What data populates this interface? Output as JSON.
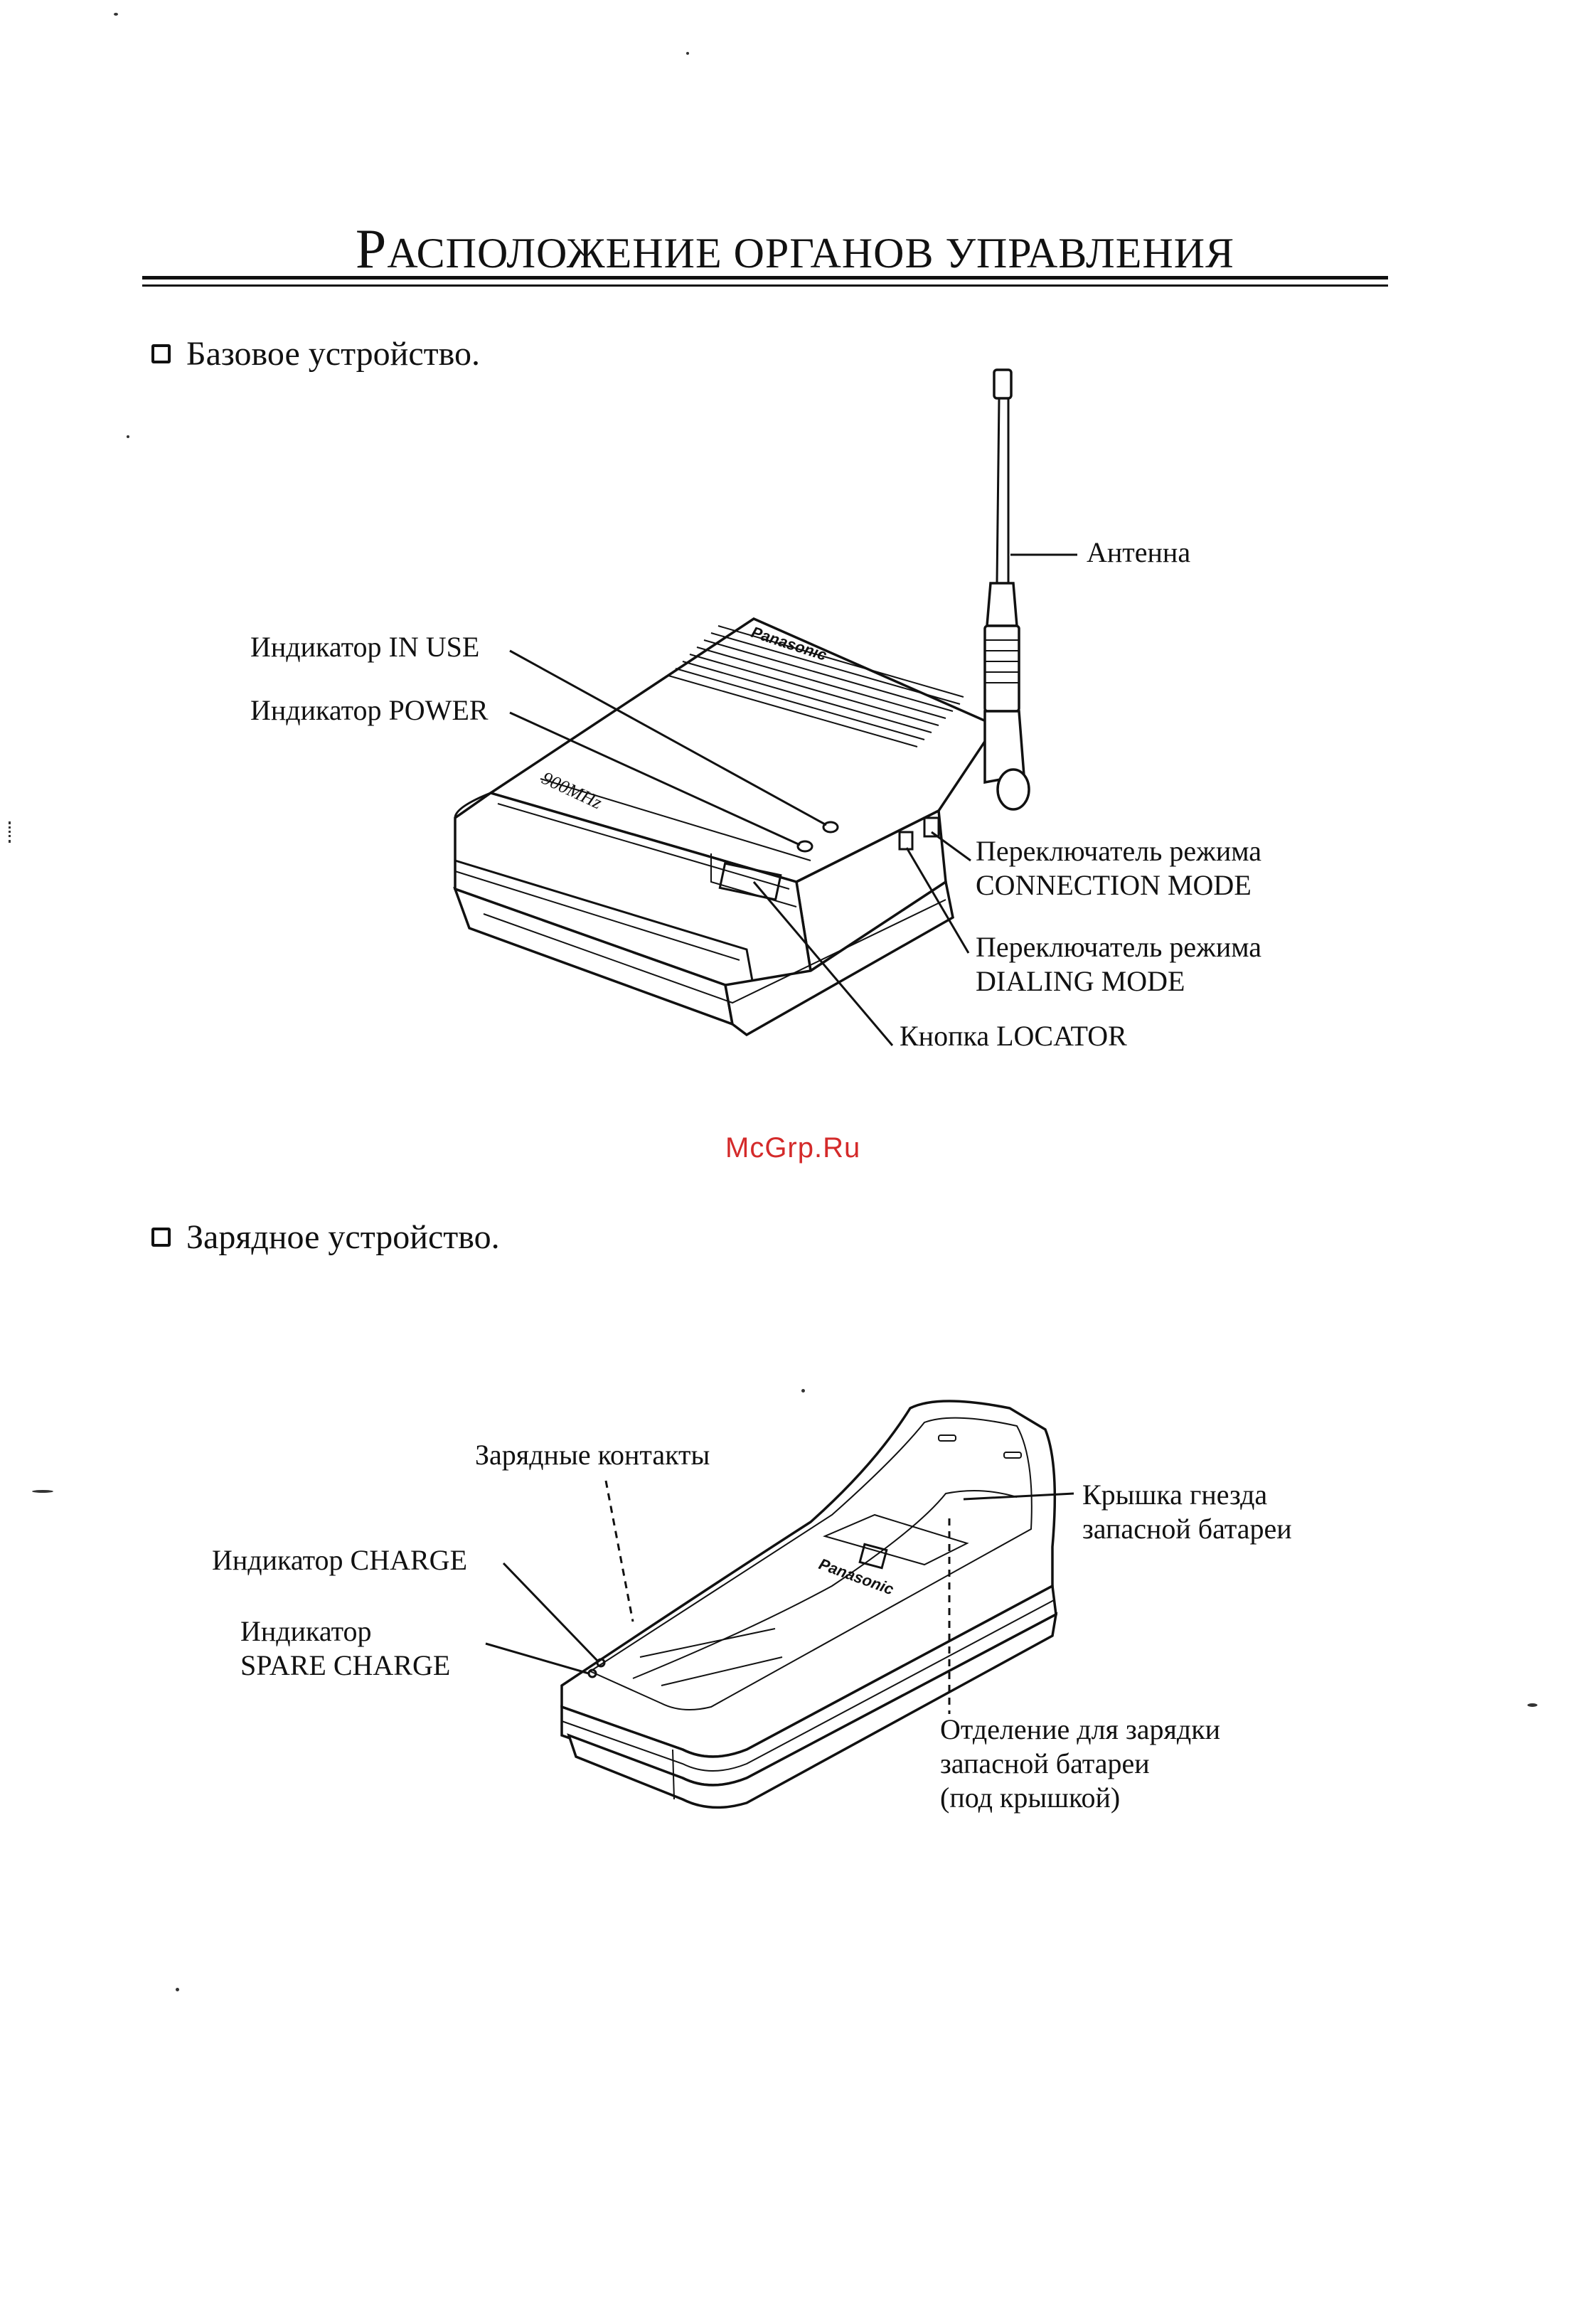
{
  "page": {
    "title_first": "Р",
    "title_rest": "АСПОЛОЖЕНИЕ ОРГАНОВ УПРАВЛЕНИЯ"
  },
  "base_unit": {
    "heading": "Базовое устройство.",
    "labels": {
      "antenna": "Антенна",
      "in_use_indicator": "Индикатор IN USE",
      "power_indicator": "Индикатор POWER",
      "connection_mode_switch_1": "Переключатель режима",
      "connection_mode_switch_2": "CONNECTION MODE",
      "dialing_mode_switch_1": "Переключатель режима",
      "dialing_mode_switch_2": "DIALING MODE",
      "locator_button": "Кнопка LOCATOR"
    },
    "device_markings": {
      "brand": "Panasonic",
      "model_script": "900MHz"
    }
  },
  "watermark": "McGrp.Ru",
  "charger": {
    "heading": "Зарядное устройство.",
    "labels": {
      "charge_contacts": "Зарядные контакты",
      "charge_indicator": "Индикатор CHARGE",
      "spare_charge_indicator_1": "Индикатор",
      "spare_charge_indicator_2": "SPARE CHARGE",
      "battery_cover_1": "Крышка гнезда",
      "battery_cover_2": "запасной батареи",
      "spare_compartment_1": "Отделение для зарядки",
      "spare_compartment_2": "запасной батареи",
      "spare_compartment_3": "(под крышкой)"
    },
    "device_markings": {
      "brand": "Panasonic"
    }
  },
  "colors": {
    "ink": "#111111",
    "watermark": "#d42a2a",
    "background": "#ffffff"
  }
}
